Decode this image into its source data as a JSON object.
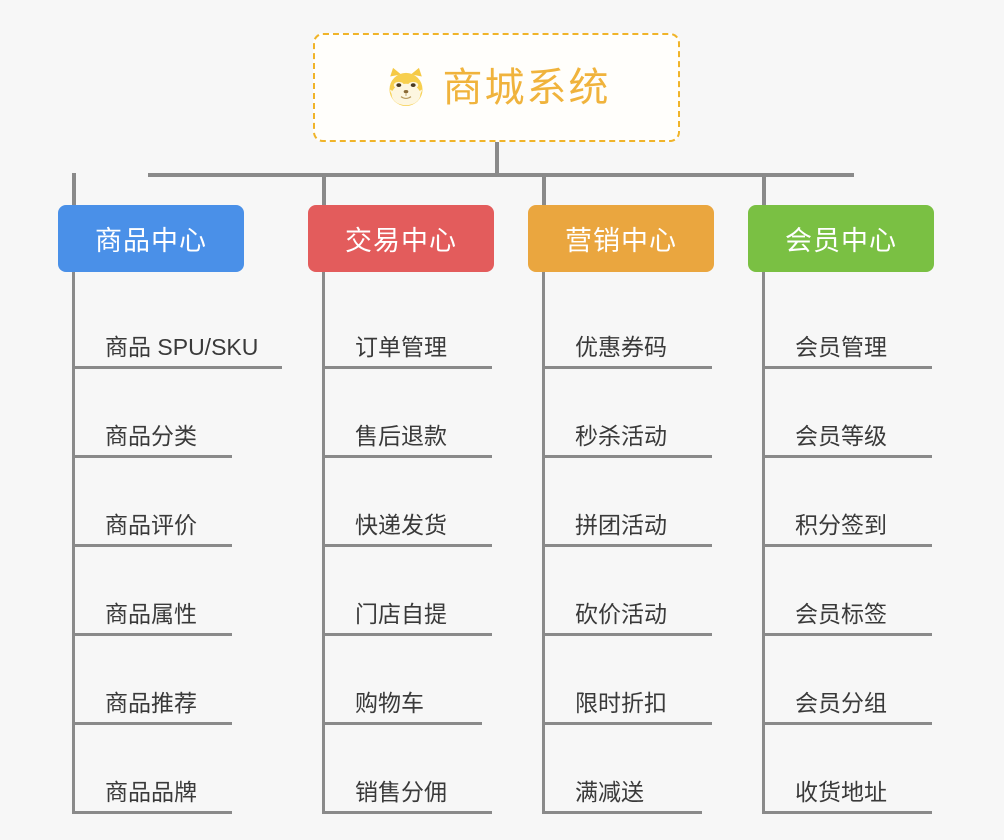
{
  "page": {
    "background": "#f7f7f7",
    "line_color": "#8a8a8a"
  },
  "root": {
    "title": "商城系统",
    "icon": "shiba-dog-icon",
    "border_color": "#f0b429",
    "text_color": "#f0b33c"
  },
  "columns": [
    {
      "header": "商品中心",
      "color": "#4a90e8",
      "items": [
        "商品 SPU/SKU",
        "商品分类",
        "商品评价",
        "商品属性",
        "商品推荐",
        "商品品牌"
      ]
    },
    {
      "header": "交易中心",
      "color": "#e35c5c",
      "items": [
        "订单管理",
        "售后退款",
        "快递发货",
        "门店自提",
        "购物车",
        "销售分佣"
      ]
    },
    {
      "header": "营销中心",
      "color": "#eaa63f",
      "items": [
        "优惠券码",
        "秒杀活动",
        "拼团活动",
        "砍价活动",
        "限时折扣",
        "满减送"
      ]
    },
    {
      "header": "会员中心",
      "color": "#7ac043",
      "items": [
        "会员管理",
        "会员等级",
        "积分签到",
        "会员标签",
        "会员分组",
        "收货地址"
      ]
    }
  ]
}
